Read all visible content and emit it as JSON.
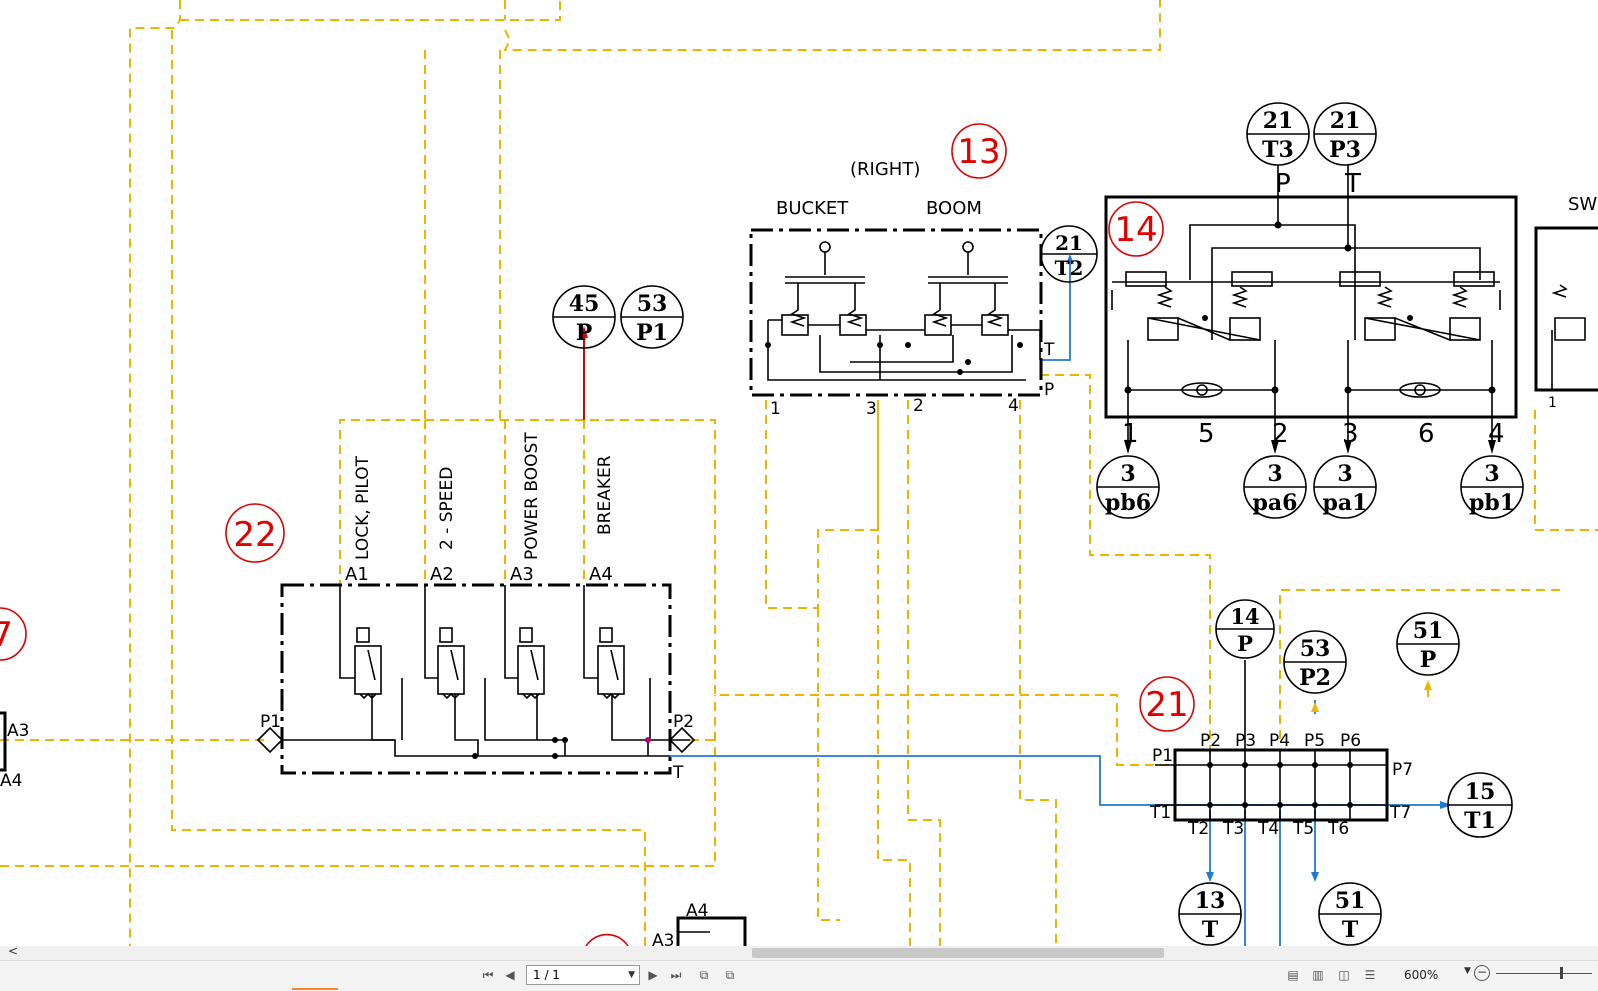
{
  "diagram": {
    "balloons": [
      {
        "id": "13",
        "text": "13"
      },
      {
        "id": "14",
        "text": "14"
      },
      {
        "id": "21",
        "text": "21"
      },
      {
        "id": "22",
        "text": "22"
      },
      {
        "id": "7",
        "text": "7"
      }
    ],
    "valve13": {
      "header": "(RIGHT)",
      "section_left": "BUCKET",
      "section_right": "BOOM",
      "ports_bottom": [
        "1",
        "3",
        "2",
        "4"
      ],
      "port_t": "T",
      "port_p": "P"
    },
    "valve14": {
      "top_p": "P",
      "top_t": "T",
      "ports_bottom": [
        "1",
        "5",
        "2",
        "3",
        "6",
        "4"
      ],
      "right_partial": "SW",
      "right_port": "1"
    },
    "valve22": {
      "functions": [
        "LOCK, PILOT",
        "2 - SPEED",
        "POWER BOOST",
        "BREAKER"
      ],
      "ports_top": [
        "A1",
        "A2",
        "A3",
        "A4"
      ],
      "port_p1": "P1",
      "port_p2": "P2",
      "port_t": "T"
    },
    "valve21": {
      "ports_top": [
        "P2",
        "P3",
        "P4",
        "P5",
        "P6"
      ],
      "port_left_top": "P1",
      "port_right_top": "P7",
      "port_left_bottom": "T1",
      "port_right_bottom": "T7",
      "ports_bottom": [
        "T2",
        "T3",
        "T4",
        "T5",
        "T6"
      ]
    },
    "left_block": {
      "a3": "A3",
      "a4": "A4"
    },
    "bottom_block": {
      "a4": "A4",
      "a3": "A3"
    },
    "refs": [
      {
        "top": "45",
        "bottom": "P"
      },
      {
        "top": "53",
        "bottom": "P1"
      },
      {
        "top": "21",
        "bottom": "T2"
      },
      {
        "top": "21",
        "bottom": "T3"
      },
      {
        "top": "21",
        "bottom": "P3"
      },
      {
        "top": "3",
        "bottom": "pb6"
      },
      {
        "top": "3",
        "bottom": "pa6"
      },
      {
        "top": "3",
        "bottom": "pa1"
      },
      {
        "top": "3",
        "bottom": "pb1"
      },
      {
        "top": "14",
        "bottom": "P"
      },
      {
        "top": "53",
        "bottom": "P2"
      },
      {
        "top": "51",
        "bottom": "P"
      },
      {
        "top": "15",
        "bottom": "T1"
      },
      {
        "top": "13",
        "bottom": "T"
      },
      {
        "top": "51",
        "bottom": "T"
      }
    ]
  },
  "viewer": {
    "scroll_left_glyph": "<",
    "page_value": "1 / 1",
    "zoom": "600%",
    "colors": {
      "pilot_line": "#f0b400",
      "tank_line": "#1f7ad9",
      "pressure_arrow": "#e00000",
      "balloon": "#e00000"
    }
  }
}
